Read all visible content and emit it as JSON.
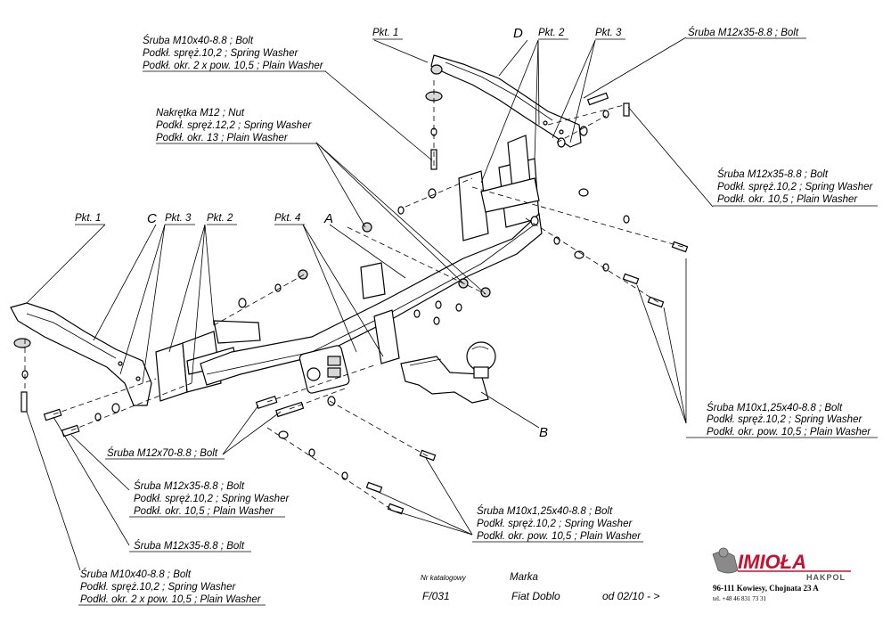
{
  "letters": {
    "A": "A",
    "B": "B",
    "C": "C",
    "D": "D"
  },
  "pkt": {
    "p1": "Pkt. 1",
    "p2": "Pkt. 2",
    "p3": "Pkt. 3",
    "p4": "Pkt. 4"
  },
  "labels": {
    "top_left_bolt": [
      "Śruba M10x40-8.8 ;  Bolt",
      "Podkł. spręż.10,2 ; Spring Washer",
      "Podkł. okr. 2 x pow. 10,5 ; Plain Washer"
    ],
    "nut_m12": [
      "Nakrętka  M12 ; Nut",
      "Podkł. spręż.12,2 ; Spring Washer",
      "Podkł. okr. 13 ; Plain Washer"
    ],
    "top_right_bolt": [
      "Śruba M12x35-8.8 ;  Bolt"
    ],
    "right_bolt": [
      "Śruba M12x35-8.8 ;  Bolt",
      "Podkł. spręż.10,2 ; Spring Washer",
      "Podkł. okr. 10,5 ; Plain Washer"
    ],
    "right_lower_bolt": [
      "Śruba M10x1,25x40-8.8 ;  Bolt",
      "Podkł. spręż.10,2 ; Spring Washer",
      "Podkł. okr. pow. 10,5 ; Plain Washer"
    ],
    "m12x70": [
      "Śruba M12x70-8.8 ;  Bolt"
    ],
    "left_m12x35_full": [
      "Śruba M12x35-8.8 ;  Bolt",
      "Podkł. spręż.10,2 ; Spring Washer",
      "Podkł. okr. 10,5 ; Plain Washer"
    ],
    "left_m12x35": [
      "Śruba M12x35-8.8 ;  Bolt"
    ],
    "center_lower_bolt": [
      "Śruba M10x1,25x40-8.8 ;  Bolt",
      "Podkł. spręż.10,2 ; Spring Washer",
      "Podkł. okr. pow. 10,5 ; Plain Washer"
    ],
    "bottom_left_bolt": [
      "Śruba M10x40-8.8 ;  Bolt",
      "Podkł. spręż.10,2 ; Spring Washer",
      "Podkł. okr. 2 x pow. 10,5 ; Plain Washer"
    ]
  },
  "titleblock": {
    "catalog_label": "Nr katalogowy",
    "catalog_value": "F/031",
    "brand_label": "Marka",
    "brand_value": "Fiat Doblo",
    "date_value": "od  02/10 - >"
  },
  "logo": {
    "name": "IMIOŁA",
    "sub": "HAKPOL",
    "address": "96-111 Kowiesy, Chojnata 23 A",
    "tel": "tel. +48 46 831 73 31"
  }
}
